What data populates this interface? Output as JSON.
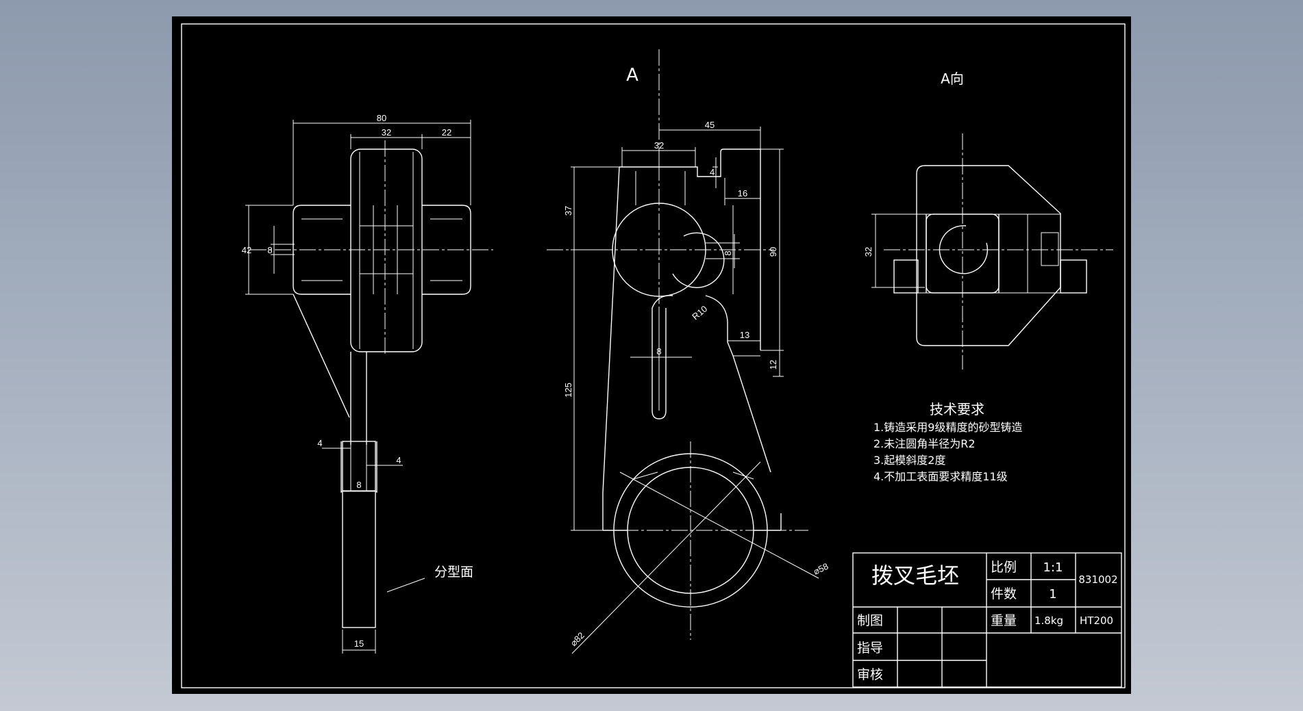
{
  "views": {
    "view_a_label": "A",
    "view_a_direction_label": "A向"
  },
  "annotations": {
    "parting_surface": "分型面"
  },
  "dimensions": {
    "left": [
      "80",
      "32",
      "22",
      "42",
      "8",
      "4",
      "4",
      "8",
      "15"
    ],
    "middle": [
      "45",
      "32",
      "4",
      "16",
      "37",
      "8",
      "90",
      "R10",
      "13",
      "12",
      "8",
      "125",
      "⌀58",
      "⌀82"
    ],
    "right": [
      "32"
    ]
  },
  "technical_requirements": {
    "title": "技术要求",
    "items": [
      "1.铸造采用9级精度的砂型铸造",
      "2.未注圆角半径为R2",
      "3.起模斜度2度",
      "4.不加工表面要求精度11级"
    ]
  },
  "title_block": {
    "part_name": "拨叉毛坯",
    "scale_label": "比例",
    "scale_value": "1:1",
    "quantity_label": "件数",
    "quantity_value": "1",
    "weight_label": "重量",
    "weight_value": "1.8kg",
    "drawing_number": "831002",
    "material": "HT200",
    "drawn_by_label": "制图",
    "guided_by_label": "指导",
    "reviewed_by_label": "审核"
  },
  "colors": {
    "sheet_background": "#000000",
    "line_color": "#ffffff",
    "window_gradient_top": "#8d9aad",
    "window_gradient_bottom": "#c4c9d3"
  }
}
